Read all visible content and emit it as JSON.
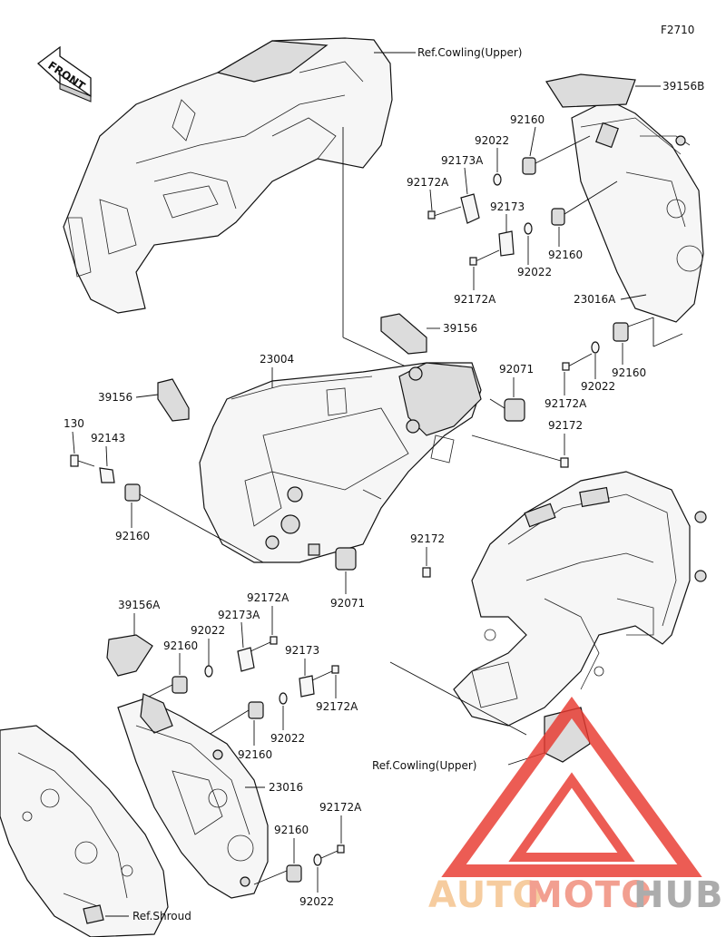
{
  "figure_code": "F2710",
  "front_label": "FRONT",
  "refs": {
    "cowling_upper_top": "Ref.Cowling(Upper)",
    "cowling_upper_bottom": "Ref.Cowling(Upper)",
    "shroud": "Ref.Shroud"
  },
  "part_labels": {
    "p39156B": "39156B",
    "p92160_a": "92160",
    "p92022_a": "92022",
    "p92173A_a": "92173A",
    "p92172A_a": "92172A",
    "p92173_a": "92173",
    "p92160_b": "92160",
    "p92022_b": "92022",
    "p92172A_b": "92172A",
    "p23016A": "23016A",
    "p39156": "39156",
    "p92160_c": "92160",
    "p92022_c": "92022",
    "p92172A_c": "92172A",
    "p23004": "23004",
    "p92071_a": "92071",
    "p92172_a": "92172",
    "p39156_b": "39156",
    "p130": "130",
    "p92143": "92143",
    "p92160_d": "92160",
    "p92172_b": "92172",
    "p92071_b": "92071",
    "p39156A": "39156A",
    "p92172A_d": "92172A",
    "p92173A_b": "92173A",
    "p92022_d": "92022",
    "p92160_e": "92160",
    "p92173_b": "92173",
    "p92172A_e": "92172A",
    "p92022_e": "92022",
    "p92160_f": "92160",
    "p23016": "23016",
    "p92172A_f": "92172A",
    "p92160_g": "92160",
    "p92022_f": "92022"
  },
  "watermark": {
    "part1": "AUTO",
    "part2": "MOTO",
    "part3": "HUB",
    "color1": "#f5c28a",
    "color2": "#f08a78",
    "color3": "#9a9a9a",
    "logo_color": "#e8392f"
  }
}
